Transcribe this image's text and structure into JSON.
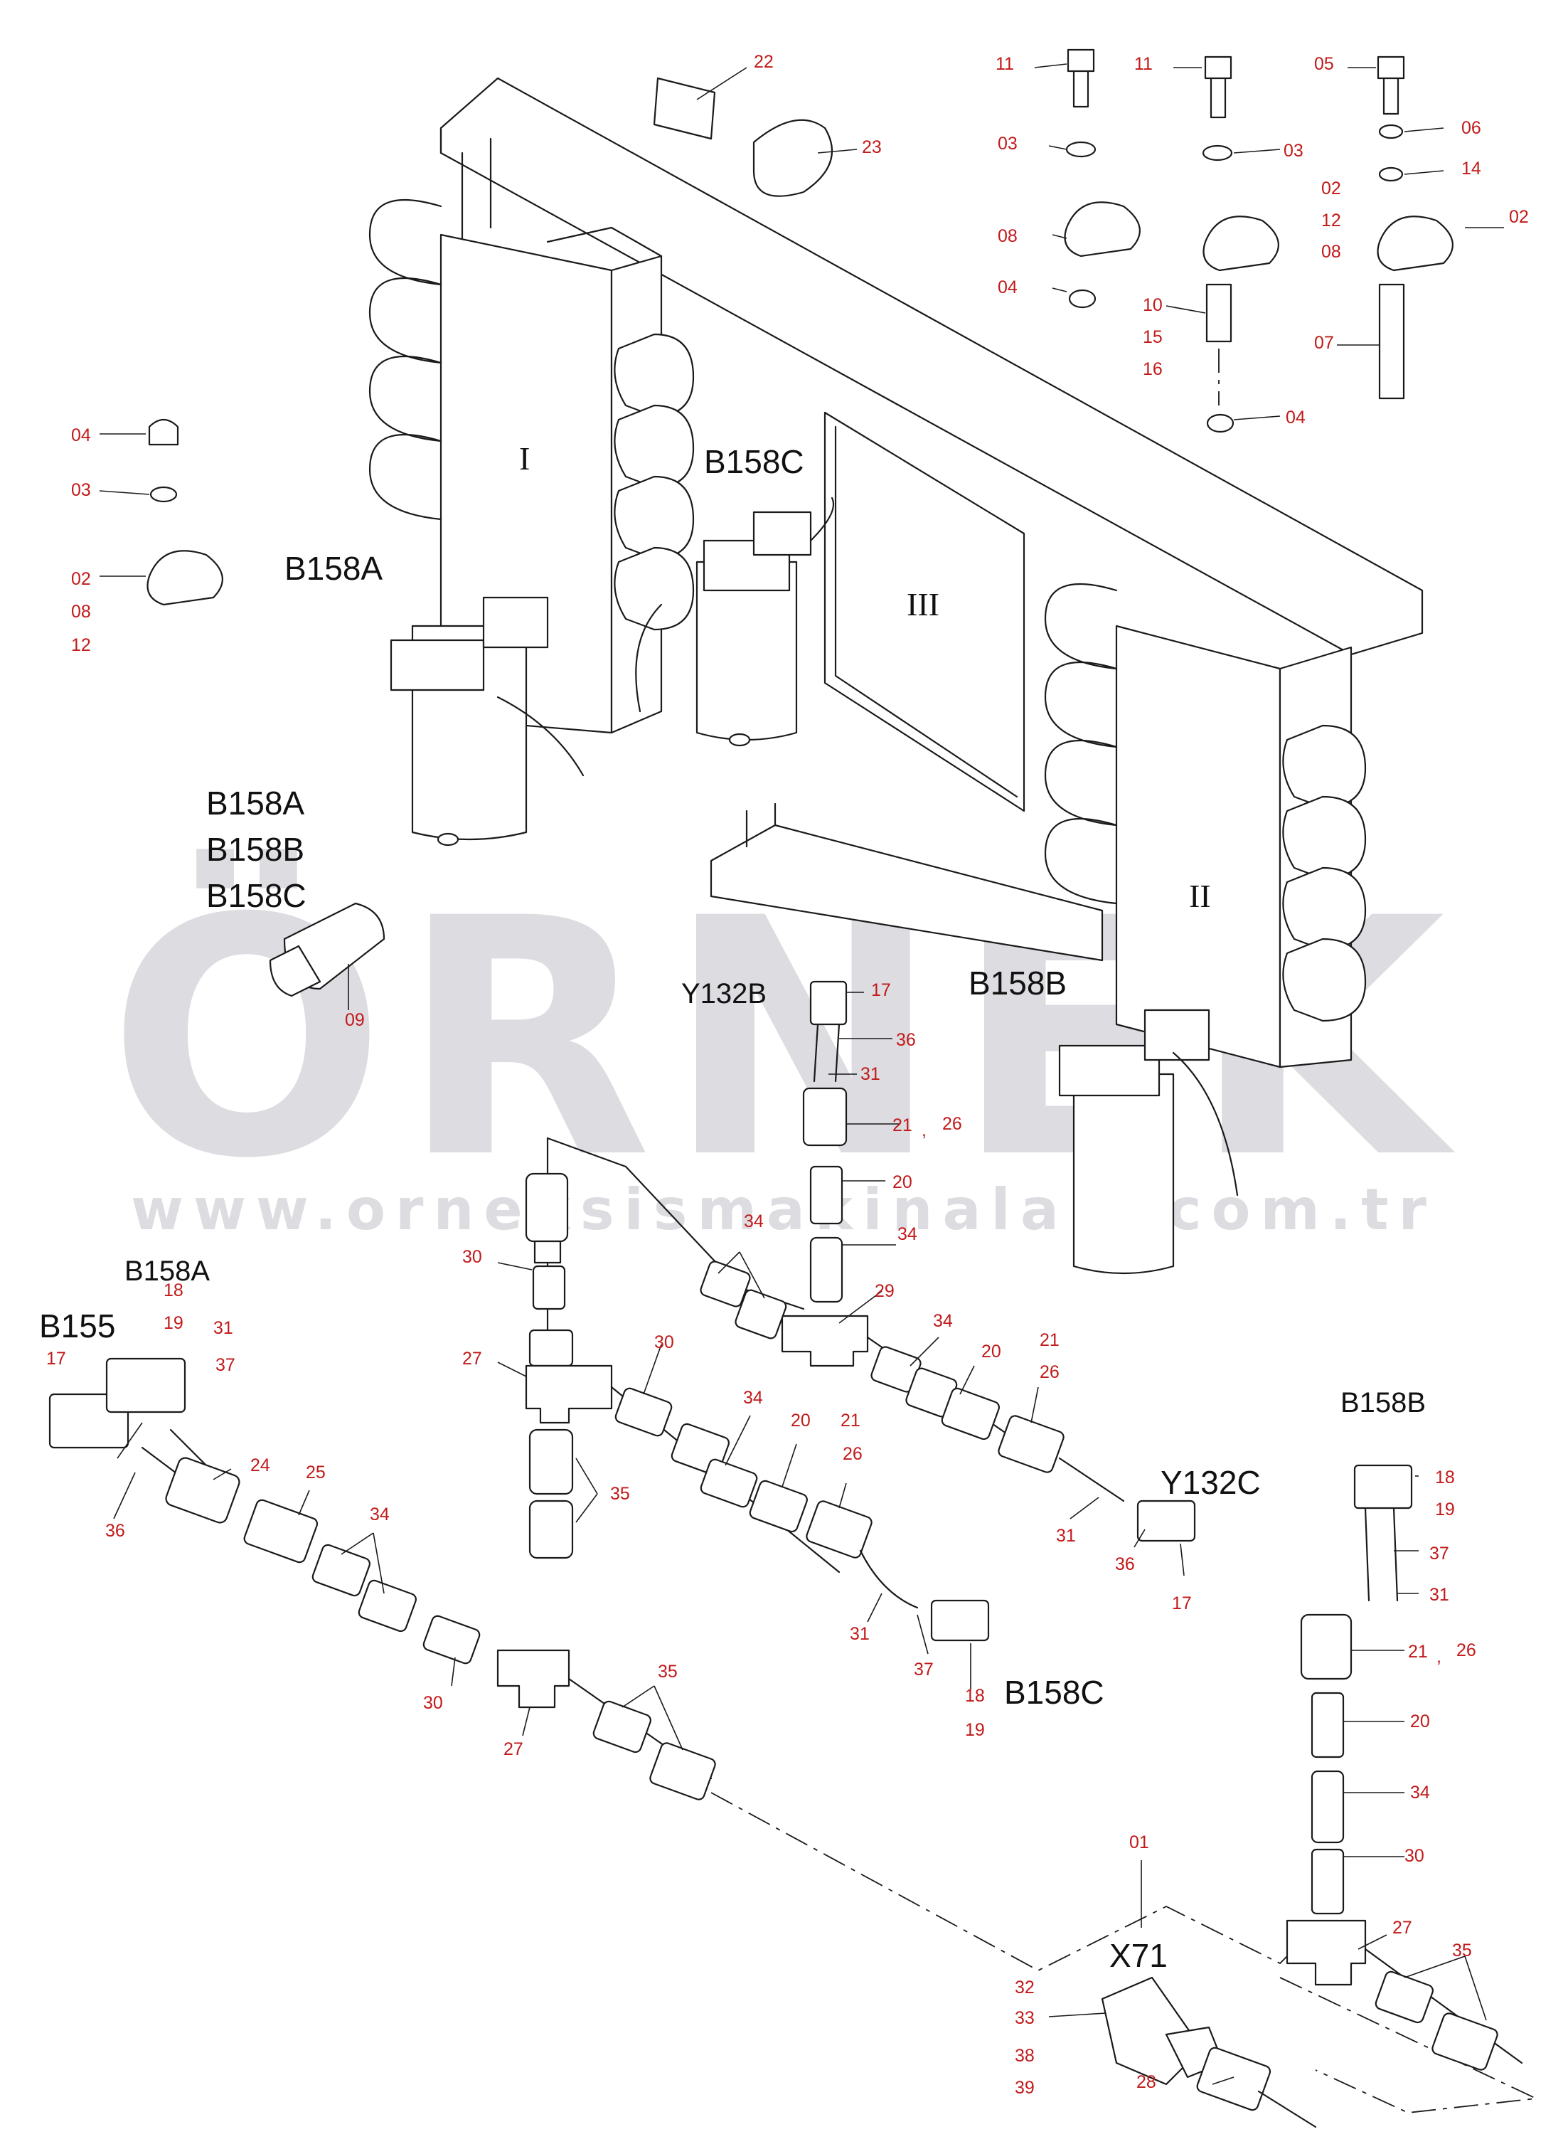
{
  "watermark": {
    "brand": "ÖRNEK",
    "url": "www.orneksismakinalari.com.tr",
    "color": "#d9d9de",
    "accent": "#fde9b0"
  },
  "colors": {
    "line": "#1a1a1a",
    "part_number": "#c21a1a",
    "designator": "#111111"
  },
  "designators": {
    "b158a_top": "B158A",
    "b158c_top": "B158C",
    "unit_i": "I",
    "unit_ii": "II",
    "unit_iii": "III",
    "b158a_stack": "B158A",
    "b158b_stack": "B158B",
    "b158c_stack": "B158C",
    "y132b": "Y132B",
    "b158b_mid": "B158B",
    "b158a_low": "B158A",
    "b155": "B155",
    "y132c": "Y132C",
    "b158c_low": "B158C",
    "b158b_right": "B158B",
    "x71": "X71"
  },
  "part_numbers": {
    "p22": "22",
    "p23": "23",
    "p11a": "11",
    "p03a": "03",
    "p08a": "08",
    "p04a": "04",
    "p11b": "11",
    "p03b": "03",
    "p12b": "12",
    "p08b": "08",
    "p10b": "10",
    "p15b": "15",
    "p16b": "16",
    "p04b": "04",
    "p05c": "05",
    "p06c": "06",
    "p14c": "14",
    "p02c_l": "02",
    "p02c_r": "02",
    "p07c": "07",
    "p04l": "04",
    "p03l": "03",
    "p02l": "02",
    "p08l": "08",
    "p12l": "12",
    "p09": "09",
    "p17y": "17",
    "p36y": "36",
    "p31y": "31",
    "p21y": "21",
    "comma_y": ",",
    "p26y": "26",
    "p20y": "20",
    "p34y": "34",
    "p30m": "30",
    "p34m": "34",
    "p27m": "27",
    "p29m": "29",
    "p30n": "30",
    "p34n": "34",
    "p20n": "20",
    "p21n": "21",
    "p26n": "26",
    "p35m": "35",
    "p34r": "34",
    "p20r": "20",
    "p21r": "21",
    "p26r": "26",
    "p31r": "31",
    "p36r": "36",
    "p17r": "17",
    "p31c": "31",
    "p37c": "37",
    "p18c": "18",
    "p19c": "19",
    "p18a": "18",
    "p19a": "19",
    "p31a": "31",
    "p37a": "37",
    "p17a": "17",
    "p36a": "36",
    "p24": "24",
    "p25": "25",
    "p34a": "34",
    "p30a": "30",
    "p27a": "27",
    "p35a": "35",
    "p18b": "18",
    "p19b": "19",
    "p37b": "37",
    "p31b": "31",
    "p21b": "21",
    "comma_b": ",",
    "p26b": "26",
    "p20b": "20",
    "p34b": "34",
    "p30b": "30",
    "p27b": "27",
    "p35b": "35",
    "p01": "01",
    "p32": "32",
    "p33": "33",
    "p38": "38",
    "p39": "39",
    "p28": "28"
  }
}
